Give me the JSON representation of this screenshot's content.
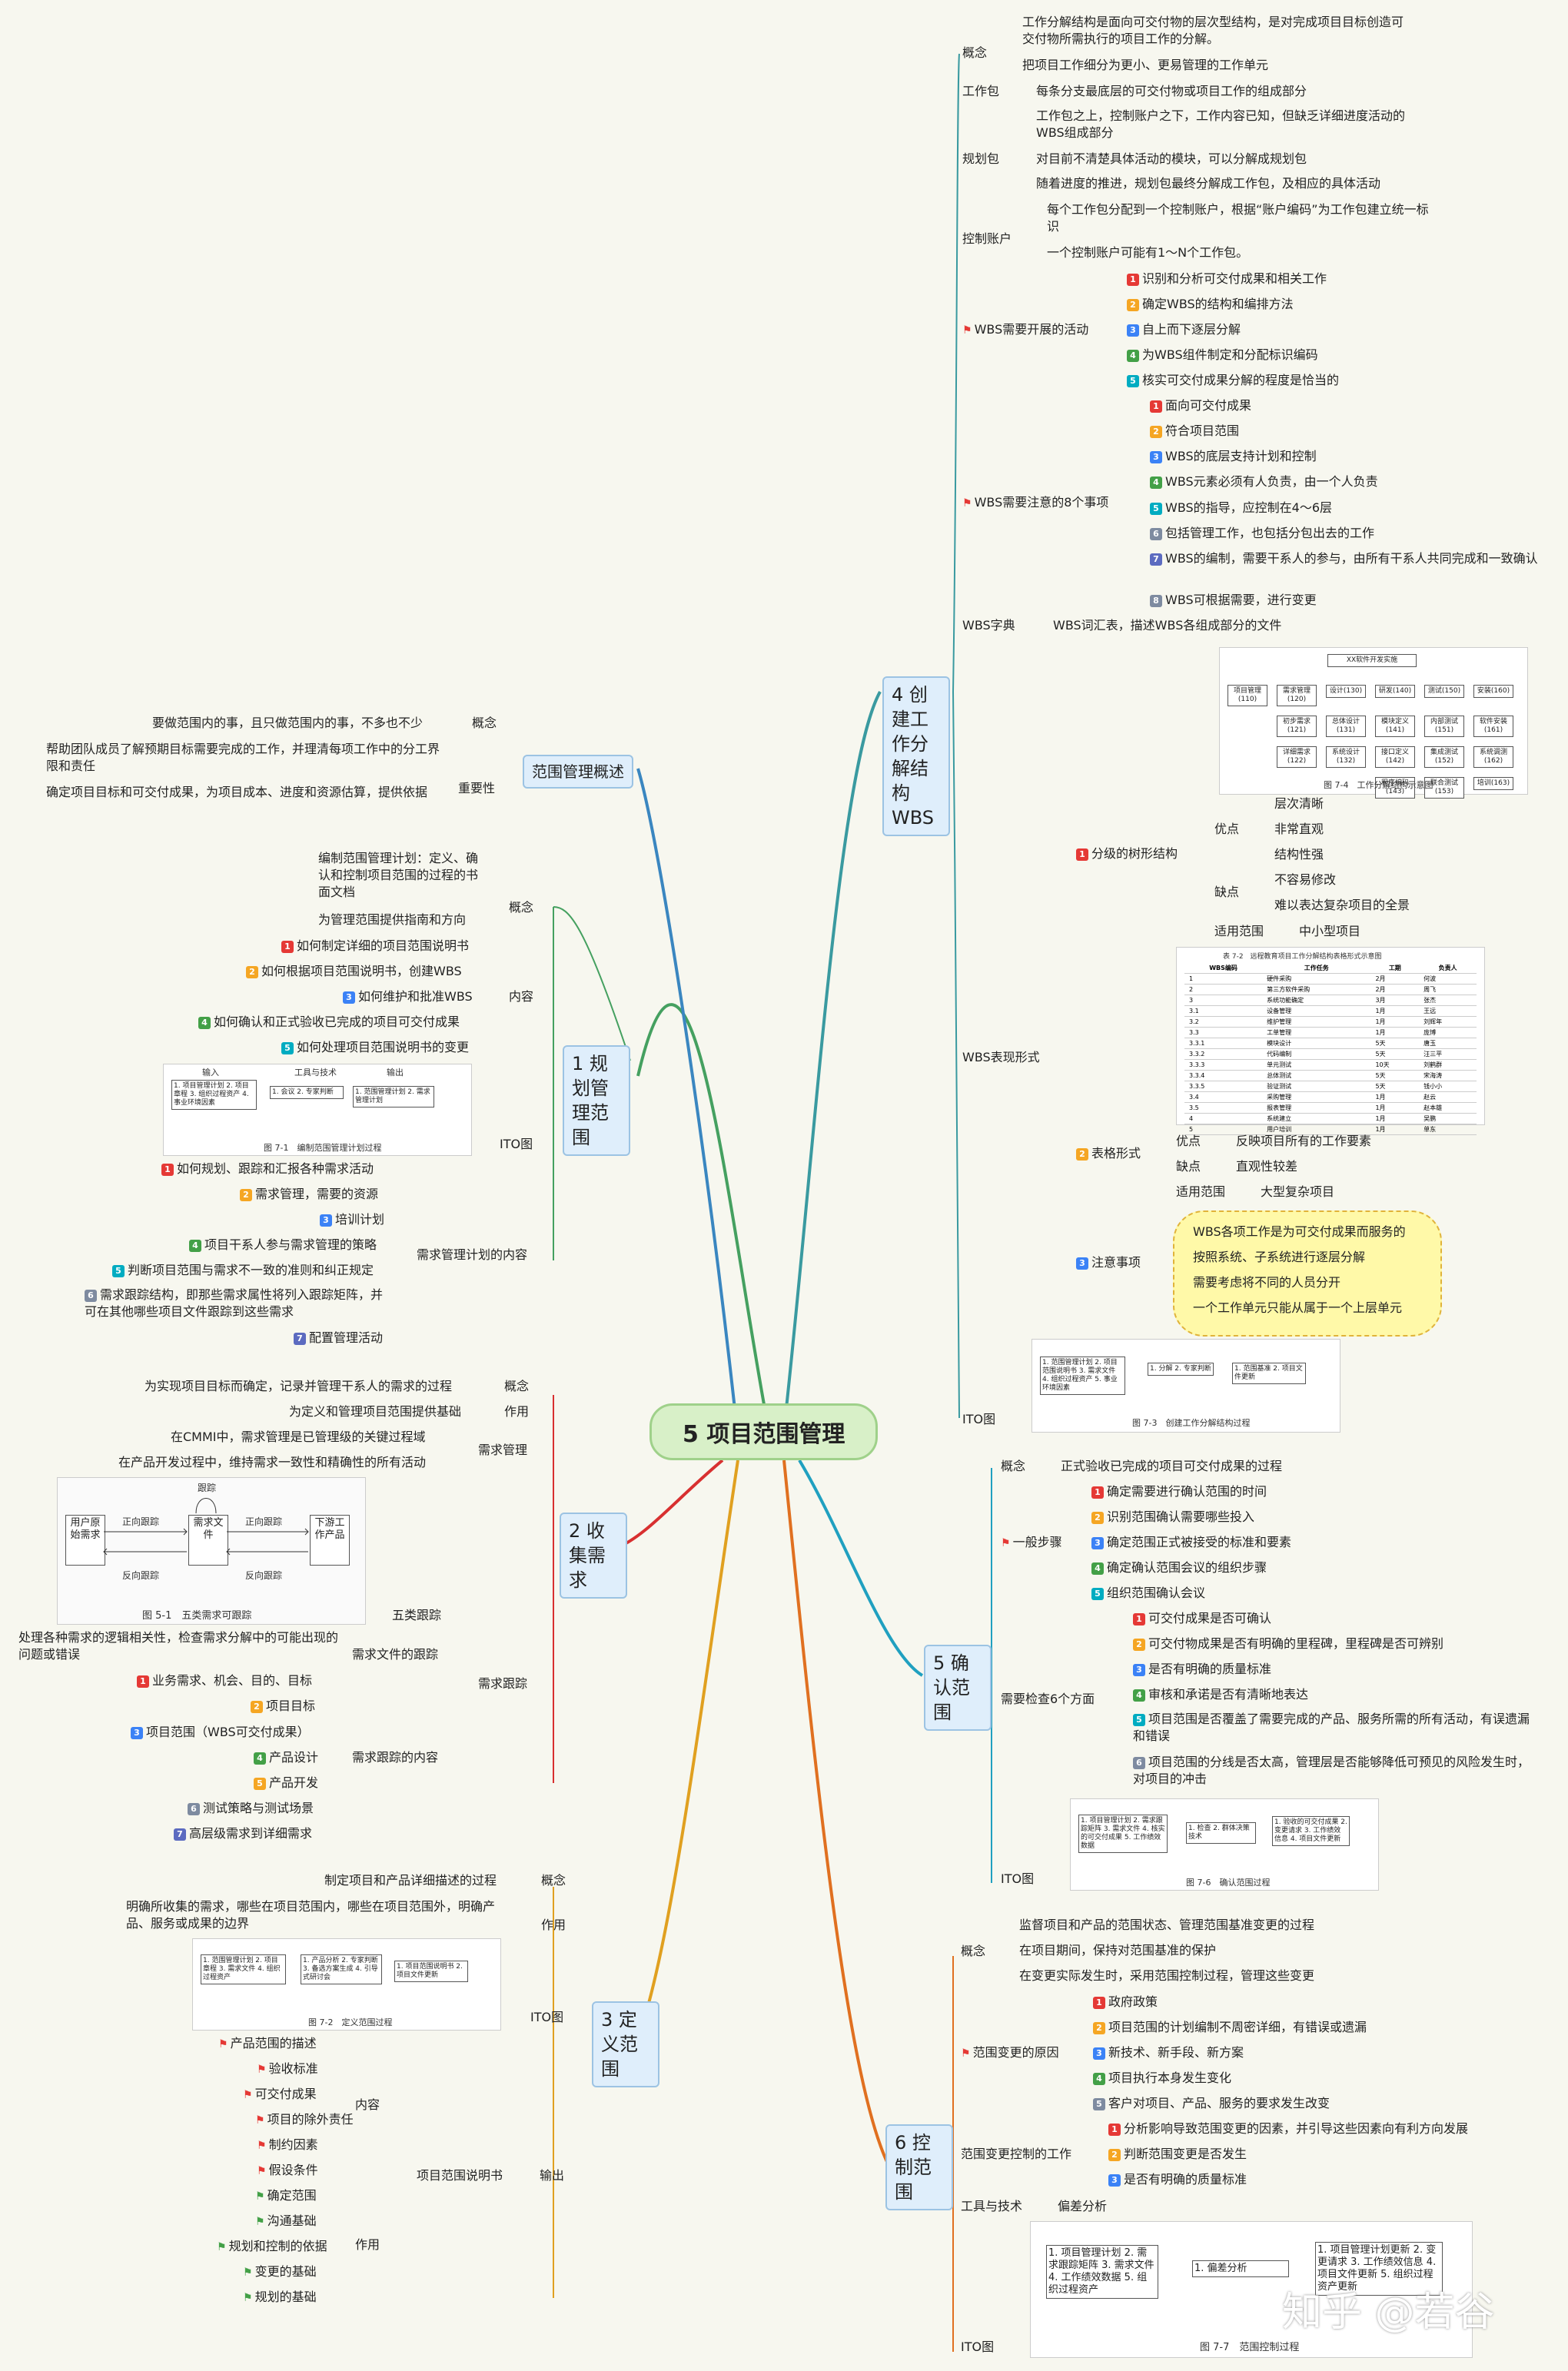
{
  "center": "5 项目范围管理",
  "b1": {
    "title": "1 规划管理范围",
    "concept_label": "概念",
    "concept_items": [
      "编制范围管理计划：定义、确认和控制项目范围的过程的书面文档",
      "为管理范围提供指南和方向"
    ],
    "content_label": "内容",
    "content_items": [
      "如何制定详细的项目范围说明书",
      "如何根据项目范围说明书，创建WBS",
      "如何维护和批准WBS",
      "如何确认和正式验收已完成的项目可交付成果",
      "如何处理项目范围说明书的变更"
    ],
    "ito_label": "ITO图",
    "ito_caption": "图 7-1　编制范围管理计划过程",
    "ito_in_title": "输入",
    "ito_tool_title": "工具与技术",
    "ito_out_title": "输出",
    "ito_in": "1. 项目管理计划 2. 项目章程 3. 组织过程资产 4. 事业环境因素",
    "ito_tool": "1. 会议 2. 专家判断",
    "ito_out": "1. 范围管理计划 2. 需求管理计划",
    "req_label": "需求管理计划的内容",
    "req_items": [
      "如何规划、跟踪和汇报各种需求活动",
      "需求管理，需要的资源",
      "培训计划",
      "项目干系人参与需求管理的策略",
      "判断项目范围与需求不一致的准则和纠正规定",
      "需求跟踪结构，即那些需求属性将列入跟踪矩阵，并可在其他哪些项目文件跟踪到这些需求",
      "配置管理活动"
    ]
  },
  "overview": {
    "title": "范围管理概述",
    "concept_label": "概念",
    "concept_text": "要做范围内的事，且只做范围内的事，不多也不少",
    "importance_label": "重要性",
    "importance_items": [
      "帮助团队成员了解预期目标需要完成的工作，并理清每项工作中的分工界限和责任",
      "确定项目目标和可交付成果，为项目成本、进度和资源估算，提供依据"
    ]
  },
  "b2": {
    "title": "2 收集需求",
    "concept_label": "概念",
    "concept_text": "为实现项目目标而确定，记录并管理干系人的需求的过程",
    "role_label": "作用",
    "role_text": "为定义和管理项目范围提供基础",
    "mgmt_label": "需求管理",
    "mgmt_items": [
      "在CMMI中，需求管理是已管理级的关键过程域",
      "在产品开发过程中，维持需求一致性和精确性的所有活动"
    ],
    "trace_label": "需求跟踪",
    "five_label": "五类跟踪",
    "fig_caption": "图 5-1　五类需求可跟踪",
    "fig_user": "用户原始需求",
    "fig_req": "需求文件",
    "fig_down": "下游工作产品",
    "fig_track": "跟踪",
    "fig_fwd": "正向跟踪",
    "fig_back": "反向跟踪",
    "doc_label": "需求文件的跟踪",
    "doc_text": "处理各种需求的逻辑相关性，检查需求分解中的可能出现的问题或错误",
    "content_label": "需求跟踪的内容",
    "content_items": [
      "业务需求、机会、目的、目标",
      "项目目标",
      "项目范围（WBS可交付成果）",
      "产品设计",
      "产品开发",
      "测试策略与测试场景",
      "高层级需求到详细需求"
    ]
  },
  "b3": {
    "title": "3 定义范围",
    "concept_label": "概念",
    "concept_text": "制定项目和产品详细描述的过程",
    "role_label": "作用",
    "role_text": "明确所收集的需求，哪些在项目范围内，哪些在项目范围外，明确产品、服务或成果的边界",
    "ito_label": "ITO图",
    "ito_caption": "图 7-2　定义范围过程",
    "ito_in": "1. 范围管理计划 2. 项目章程 3. 需求文件 4. 组织过程资产",
    "ito_tool": "1. 产品分析 2. 专家判断 3. 备选方案生成 4. 引导式研讨会",
    "ito_out": "1. 项目范围说明书 2. 项目文件更新",
    "output_label": "输出",
    "stmt_label": "项目范围说明书",
    "content_label": "内容",
    "content_items": [
      "产品范围的描述",
      "验收标准",
      "可交付成果",
      "项目的除外责任",
      "制约因素",
      "假设条件"
    ],
    "role2_label": "作用",
    "role2_items": [
      "确定范围",
      "沟通基础",
      "规划和控制的依据",
      "变更的基础",
      "规划的基础"
    ]
  },
  "b4": {
    "title": "4 创建工作分解结构WBS",
    "concept_label": "概念",
    "concept_items": [
      "工作分解结构是面向可交付物的层次型结构，是对完成项目目标创造可交付物所需执行的项目工作的分解。",
      "把项目工作细分为更小、更易管理的工作单元"
    ],
    "pkg_label": "工作包",
    "pkg_text": "每条分支最底层的可交付物或项目工作的组成部分",
    "plan_label": "规划包",
    "plan_items": [
      "工作包之上，控制账户之下，工作内容已知，但缺乏详细进度活动的WBS组成部分",
      "对目前不清楚具体活动的模块，可以分解成规划包",
      "随着进度的推进，规划包最终分解成工作包，及相应的具体活动"
    ],
    "acct_label": "控制账户",
    "acct_items": [
      "每个工作包分配到一个控制账户，根据“账户编码”为工作包建立统一标识",
      "一个控制账户可能有1～N个工作包。"
    ],
    "act_label": "WBS需要开展的活动",
    "act_items": [
      "识别和分析可交付成果和相关工作",
      "确定WBS的结构和编排方法",
      "自上而下逐层分解",
      "为WBS组件制定和分配标识编码",
      "核实可交付成果分解的程度是恰当的"
    ],
    "note_label": "WBS需要注意的8个事项",
    "note_items": [
      "面向可交付成果",
      "符合项目范围",
      "WBS的底层支持计划和控制",
      "WBS元素必须有人负责，由一个人负责",
      "WBS的指导，应控制在4～6层",
      "包括管理工作，也包括分包出去的工作",
      "WBS的编制，需要干系人的参与，由所有干系人共同完成和一致确认",
      "WBS可根据需要，进行变更"
    ],
    "dict_label": "WBS字典",
    "dict_text": "WBS词汇表，描述WBS各组成部分的文件",
    "repr_label": "WBS表现形式",
    "tree_label": "分级的树形结构",
    "tree_adv_label": "优点",
    "tree_adv": [
      "层次清晰",
      "非常直观",
      "结构性强"
    ],
    "tree_dis_label": "缺点",
    "tree_dis": [
      "不容易修改",
      "难以表达复杂项目的全景"
    ],
    "tree_scope_label": "适用范围",
    "tree_scope": "中小型项目",
    "tree_fig_title": "XX软件开发实施",
    "tree_fig_caption": "图 7-4　工作分解结构示意图",
    "tree_fig_cells": [
      "项目管理(110)",
      "需求管理(120)",
      "设计(130)",
      "研发(140)",
      "测试(150)",
      "安装(160)",
      "初步需求(121)",
      "总体设计(131)",
      "模块定义(141)",
      "内部测试(151)",
      "软件安装(161)",
      "详细需求(122)",
      "系统设计(132)",
      "接口定义(142)",
      "集成测试(152)",
      "系统调测(162)",
      "",
      "",
      "程序编码(143)",
      "联合测试(153)",
      "培训(163)"
    ],
    "table_label": "表格形式",
    "table_adv_label": "优点",
    "table_adv": "反映项目所有的工作要素",
    "table_dis_label": "缺点",
    "table_dis": "直观性较差",
    "table_scope_label": "适用范围",
    "table_scope": "大型复杂项目",
    "table_fig_caption": "表 7-2　远程教育项目工作分解结构表格形式示意图",
    "table_fig_head": [
      "WBS编码",
      "工作任务",
      "工期",
      "负责人"
    ],
    "table_fig_rows": [
      [
        "1",
        "硬件采购",
        "2月",
        "何波"
      ],
      [
        "2",
        "第三方软件采购",
        "2月",
        "周飞"
      ],
      [
        "3",
        "系统功能确定",
        "3月",
        "张杰"
      ],
      [
        "3.1",
        "设备管理",
        "1月",
        "王远"
      ],
      [
        "3.2",
        "维护管理",
        "1月",
        "刘辉年"
      ],
      [
        "3.3",
        "工单管理",
        "1月",
        "庞博"
      ],
      [
        "3.3.1",
        "模块设计",
        "5天",
        "唐玉"
      ],
      [
        "3.3.2",
        "代码编制",
        "5天",
        "汪三平"
      ],
      [
        "3.3.3",
        "单元测试",
        "10天",
        "刘鹤群"
      ],
      [
        "3.3.4",
        "总体测试",
        "5天",
        "宋海涛"
      ],
      [
        "3.3.5",
        "验证测试",
        "5天",
        "钱小小"
      ],
      [
        "3.4",
        "采购管理",
        "1月",
        "赵云"
      ],
      [
        "3.5",
        "报表管理",
        "1月",
        "赵本雄"
      ],
      [
        "4",
        "系统建立",
        "1月",
        "吴鹏"
      ],
      [
        "5",
        "用户培训",
        "1月",
        "单东"
      ]
    ],
    "attn_label": "注意事项",
    "attn_items": [
      "WBS各项工作是为可交付成果而服务的",
      "按照系统、子系统进行逐层分解",
      "需要考虑将不同的人员分开",
      "一个工作单元只能从属于一个上层单元"
    ],
    "ito_label": "ITO图",
    "ito_caption": "图 7-3　创建工作分解结构过程",
    "ito_in": "1. 范围管理计划 2. 项目范围说明书 3. 需求文件 4. 组织过程资产 5. 事业环境因素",
    "ito_tool": "1. 分解 2. 专家判断",
    "ito_out": "1. 范围基准 2. 项目文件更新"
  },
  "b5": {
    "title": "5 确认范围",
    "concept_label": "概念",
    "concept_text": "正式验收已完成的项目可交付成果的过程",
    "steps_label": "一般步骤",
    "steps": [
      "确定需要进行确认范围的时间",
      "识别范围确认需要哪些投入",
      "确定范围正式被接受的标准和要素",
      "确定确认范围会议的组织步骤",
      "组织范围确认会议"
    ],
    "check_label": "需要检查6个方面",
    "checks": [
      "可交付成果是否可确认",
      "可交付物成果是否有明确的里程碑，里程碑是否可辨别",
      "是否有明确的质量标准",
      "审核和承诺是否有清晰地表达",
      "项目范围是否覆盖了需要完成的产品、服务所需的所有活动，有误遗漏和错误",
      "项目范围的分线是否太高，管理层是否能够降低可预见的风险发生时，对项目的冲击"
    ],
    "ito_label": "ITO图",
    "ito_caption": "图 7-6　确认范围过程",
    "ito_in": "1. 项目管理计划 2. 需求跟踪矩阵 3. 需求文件 4. 核实的可交付成果 5. 工作绩效数据",
    "ito_tool": "1. 检查 2. 群体决策技术",
    "ito_out": "1. 验收的可交付成果 2. 变更请求 3. 工作绩效信息 4. 项目文件更新"
  },
  "b6": {
    "title": "6 控制范围",
    "concept_label": "概念",
    "concept_items": [
      "监督项目和产品的范围状态、管理范围基准变更的过程",
      "在项目期间，保持对范围基准的保护",
      "在变更实际发生时，采用范围控制过程，管理这些变更"
    ],
    "cause_label": "范围变更的原因",
    "causes": [
      "政府政策",
      "项目范围的计划编制不周密详细，有错误或遗漏",
      "新技术、新手段、新方案",
      "项目执行本身发生变化",
      "客户对项目、产品、服务的要求发生改变"
    ],
    "ctrl_label": "范围变更控制的工作",
    "ctrls": [
      "分析影响导致范围变更的因素，并引导这些因素向有利方向发展",
      "判断范围变更是否发生",
      "是否有明确的质量标准"
    ],
    "tool_label": "工具与技术",
    "tool_text": "偏差分析",
    "ito_label": "ITO图",
    "ito_caption": "图 7-7　范围控制过程",
    "ito_in": "1. 项目管理计划 2. 需求跟踪矩阵 3. 需求文件 4. 工作绩效数据 5. 组织过程资产",
    "ito_tool": "1. 偏差分析",
    "ito_out": "1. 项目管理计划更新 2. 变更请求 3. 工作绩效信息 4. 项目文件更新 5. 组织过程资产更新"
  },
  "watermark": "知乎 @若谷"
}
